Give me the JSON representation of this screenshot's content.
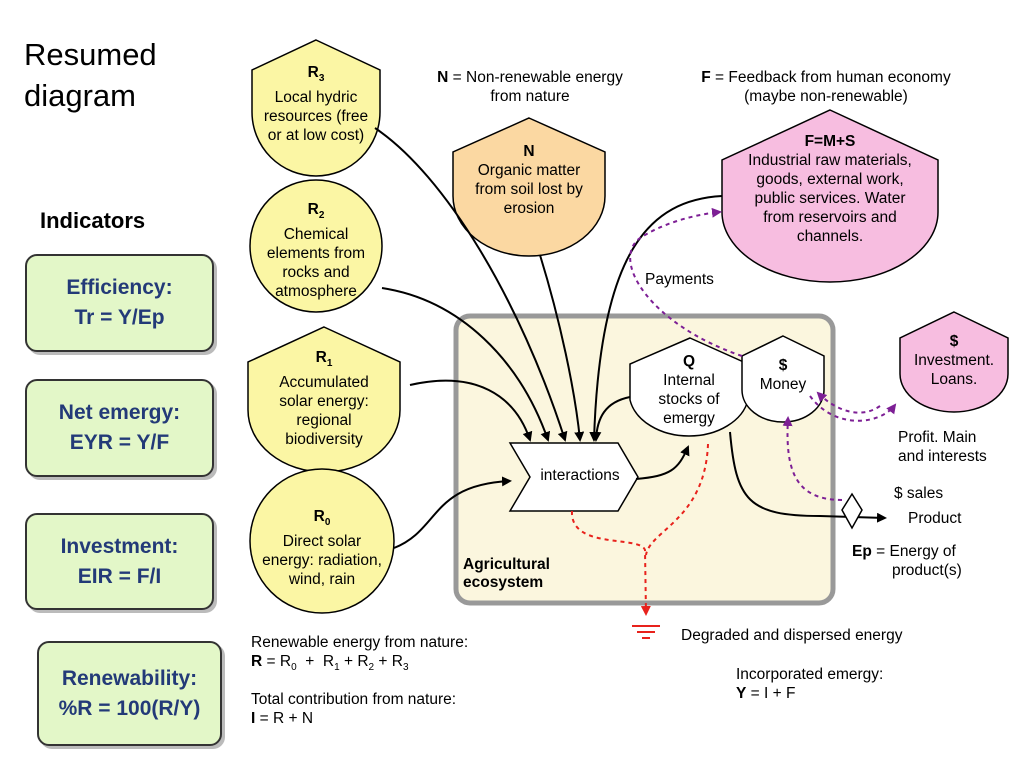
{
  "title": "Resumed diagram",
  "indicators": {
    "heading": "Indicators",
    "items": [
      {
        "name": "Efficiency:",
        "formula": "Tr = Y/Ep"
      },
      {
        "name": "Net emergy:",
        "formula": "EYR = Y/F"
      },
      {
        "name": "Investment:",
        "formula": "EIR = F/I"
      },
      {
        "name": "Renewability:",
        "formula": "%R = 100(R/Y)"
      }
    ]
  },
  "colors": {
    "yellow_node": "#fbf6a4",
    "orange_node": "#fbd8a2",
    "pink_node": "#f7bde0",
    "ecosystem_fill": "#fbf6de",
    "ecosystem_border": "#999999",
    "indicator_fill": "#e3f7c8",
    "indicator_text": "#233a78",
    "money_flow": "#7d1f95",
    "degraded_flow": "#e8221c"
  },
  "nodes": {
    "r3": {
      "symbol": "R",
      "sub": "3",
      "lines": [
        "Local hydric",
        "resources (free",
        "or at low cost)"
      ]
    },
    "r2": {
      "symbol": "R",
      "sub": "2",
      "lines": [
        "Chemical",
        "elements from",
        "rocks and",
        "atmosphere"
      ]
    },
    "r1": {
      "symbol": "R",
      "sub": "1",
      "lines": [
        "Accumulated",
        "solar energy:",
        "regional",
        "biodiversity"
      ]
    },
    "r0": {
      "symbol": "R",
      "sub": "0",
      "lines": [
        "Direct solar",
        "energy: radiation,",
        "wind, rain"
      ]
    },
    "n": {
      "symbol": "N",
      "lines": [
        "Organic matter",
        "from soil lost by",
        "erosion"
      ]
    },
    "f": {
      "symbol": "F=M+S",
      "lines": [
        "Industrial raw materials,",
        "goods, external work,",
        "public services. Water",
        "from  reservoirs and",
        "channels."
      ]
    },
    "investment": {
      "symbol": "$",
      "lines": [
        "Investment.",
        "Loans."
      ]
    },
    "q": {
      "symbol": "Q",
      "lines": [
        "Internal",
        "stocks of",
        "emergy"
      ]
    },
    "money": {
      "symbol": "$",
      "lines": [
        "Money"
      ]
    }
  },
  "legend": {
    "n_key": "N",
    "n_text_a": " = Non-renewable energy",
    "n_text_b": "from nature",
    "f_key": "F",
    "f_text_a": " = Feedback from human economy",
    "f_text_b": "(maybe non-renewable)"
  },
  "labels": {
    "interactions": "interactions",
    "ecosystem_a": "Agricultural",
    "ecosystem_b": "ecosystem",
    "payments": "Payments",
    "profit_a": "Profit. Main",
    "profit_b": "and interests",
    "sales": "$ sales",
    "product": "Product",
    "ep_key": "Ep",
    "ep_text_a": " = Energy of",
    "ep_text_b": "product(s)",
    "degraded": "Degraded and dispersed energy"
  },
  "formulas": {
    "renewable_text": "Renewable energy from nature:",
    "renewable_key": "R",
    "renewable_eq": " = R",
    "total_text": "Total contribution from nature:",
    "total_key": "I",
    "total_eq": " = R + N",
    "incorporated_text": "Incorporated emergy:",
    "incorporated_key": "Y",
    "incorporated_eq": " = I + F"
  }
}
